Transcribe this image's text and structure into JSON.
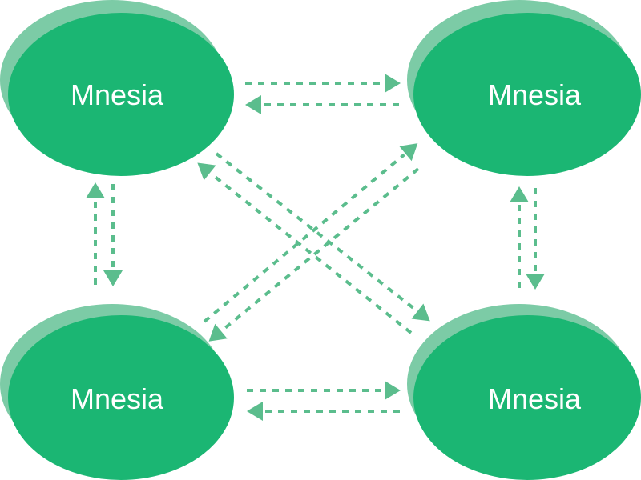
{
  "colors": {
    "node_fill": "#1bb673",
    "node_shadow": "#7ccba6",
    "arrow": "#5bbd8d",
    "background": "#ffffff",
    "label": "#ffffff"
  },
  "nodes": [
    {
      "id": "top-left",
      "label": "Mnesia"
    },
    {
      "id": "top-right",
      "label": "Mnesia"
    },
    {
      "id": "bottom-left",
      "label": "Mnesia"
    },
    {
      "id": "bottom-right",
      "label": "Mnesia"
    }
  ],
  "edges": [
    {
      "from": "top-left",
      "to": "top-right",
      "style": "dashed",
      "direction": "forward"
    },
    {
      "from": "top-right",
      "to": "top-left",
      "style": "dashed",
      "direction": "forward"
    },
    {
      "from": "bottom-left",
      "to": "bottom-right",
      "style": "dashed",
      "direction": "forward"
    },
    {
      "from": "bottom-right",
      "to": "bottom-left",
      "style": "dashed",
      "direction": "forward"
    },
    {
      "from": "top-left",
      "to": "bottom-left",
      "style": "dashed",
      "direction": "forward"
    },
    {
      "from": "bottom-left",
      "to": "top-left",
      "style": "dashed",
      "direction": "forward"
    },
    {
      "from": "top-right",
      "to": "bottom-right",
      "style": "dashed",
      "direction": "forward"
    },
    {
      "from": "bottom-right",
      "to": "top-right",
      "style": "dashed",
      "direction": "forward"
    },
    {
      "from": "top-left",
      "to": "bottom-right",
      "style": "dashed",
      "direction": "forward"
    },
    {
      "from": "bottom-right",
      "to": "top-left",
      "style": "dashed",
      "direction": "forward"
    },
    {
      "from": "bottom-left",
      "to": "top-right",
      "style": "dashed",
      "direction": "forward"
    },
    {
      "from": "top-right",
      "to": "bottom-left",
      "style": "dashed",
      "direction": "forward"
    }
  ]
}
